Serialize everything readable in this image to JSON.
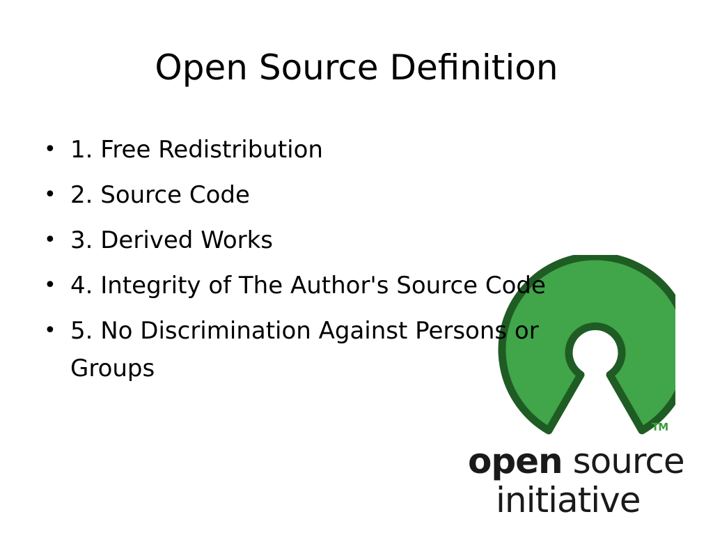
{
  "slide": {
    "title": "Open Source Definition",
    "bullet_glyph": "•",
    "items": [
      {
        "text": "1. Free Redistribution"
      },
      {
        "text": "2. Source Code"
      },
      {
        "text": "3. Derived Works"
      },
      {
        "text": "4. Integrity of The Author's Source Code"
      },
      {
        "text": "5. No Discrimination Against Persons or Groups"
      }
    ]
  },
  "logo": {
    "word_open": "open",
    "word_source": "source",
    "word_initiative": "initiative",
    "trademark": "TM",
    "colors": {
      "fill": "#41a54a",
      "outline": "#1f5c24",
      "text": "#1a1a1a"
    },
    "icon": "keyhole-icon"
  }
}
